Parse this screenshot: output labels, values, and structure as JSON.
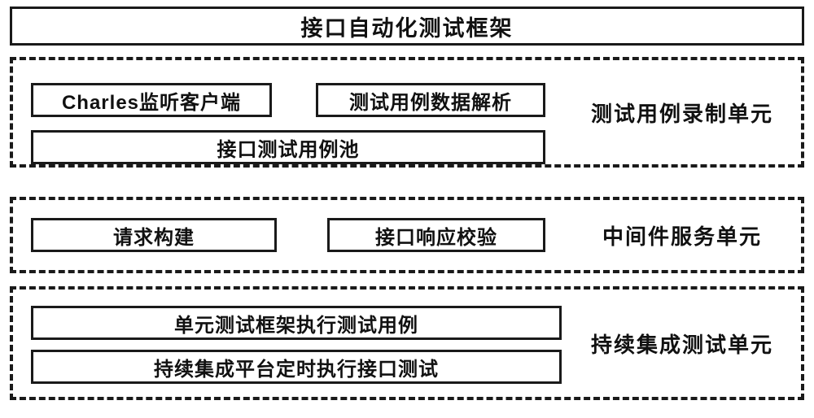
{
  "title": "接口自动化测试框架",
  "units": [
    {
      "label": "测试用例录制单元",
      "boxes": [
        "Charles监听客户端",
        "测试用例数据解析",
        "接口测试用例池"
      ]
    },
    {
      "label": "中间件服务单元",
      "boxes": [
        "请求构建",
        "接口响应校验"
      ]
    },
    {
      "label": "持续集成测试单元",
      "boxes": [
        "单元测试框架执行测试用例",
        "持续集成平台定时执行接口测试"
      ]
    }
  ]
}
